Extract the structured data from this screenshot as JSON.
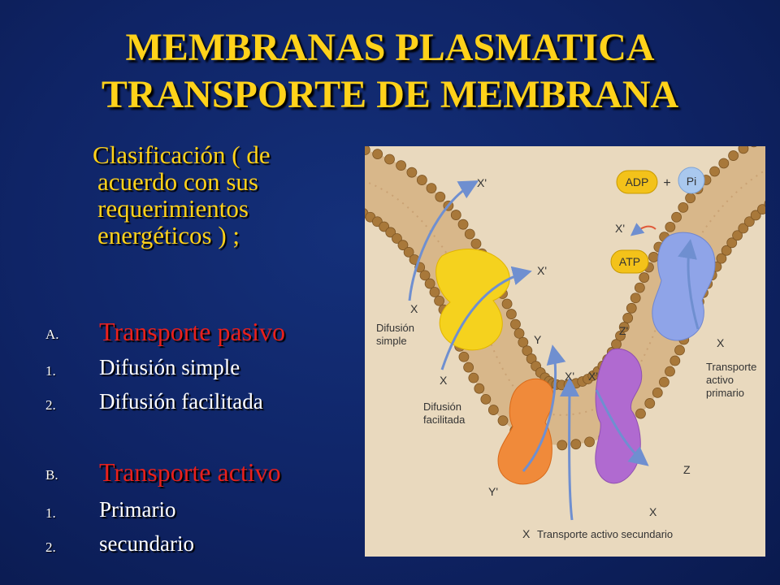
{
  "title": {
    "line1": "MEMBRANAS PLASMATICA",
    "line2": "TRANSPORTE DE MEMBRANA"
  },
  "intro": {
    "line1": "Clasificación ( de",
    "line2": "acuerdo con sus",
    "line3": "requerimientos",
    "line4": "energéticos ) ;"
  },
  "sections": [
    {
      "marker": "A.",
      "heading": "Transporte pasivo",
      "items": [
        {
          "marker": "1.",
          "label": "Difusión simple"
        },
        {
          "marker": "2.",
          "label": "Difusión facilitada"
        }
      ]
    },
    {
      "marker": "B.",
      "heading": "Transporte activo",
      "items": [
        {
          "marker": "1.",
          "label": "Primario"
        },
        {
          "marker": "2.",
          "label": "secundario"
        }
      ]
    }
  ],
  "diagram": {
    "labels": {
      "difusion_simple_1": "Difusión",
      "difusion_simple_2": "simple",
      "difusion_facilitada_1": "Difusión",
      "difusion_facilitada_2": "facilitada",
      "activo_primario_1": "Transporte",
      "activo_primario_2": "activo",
      "activo_primario_3": "primario",
      "activo_secundario": "Transporte activo secundario",
      "adp": "ADP",
      "plus": "+",
      "pi": "Pi",
      "atp": "ATP"
    },
    "vars": {
      "x": "X",
      "x_prime": "X'",
      "y": "Y",
      "y_prime": "Y'",
      "z": "Z",
      "z_prime": "Z'"
    },
    "colors": {
      "background": "#e9d9be",
      "lipid_head": "#a8783a",
      "lipid_tail": "#d8b78a",
      "simple_channel": "#f5d21e",
      "facilitated_carrier": "#f08a3a",
      "secondary_carrier": "#b06ad0",
      "primary_pump": "#8fa4e8",
      "adp_badge": "#f3c21a",
      "pi_badge": "#a9c8ee",
      "atp_badge": "#f3c21a",
      "arrow": "#6f8fd0"
    }
  }
}
